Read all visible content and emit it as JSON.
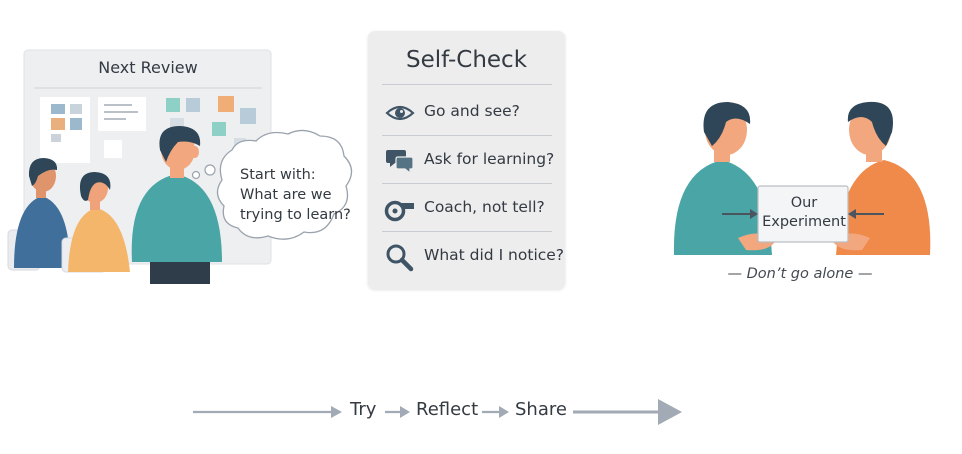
{
  "review_board": {
    "title": "Next Review",
    "speech_bubble": "Start with:\nWhat are we\ntrying to learn?"
  },
  "self_check": {
    "title": "Self-Check",
    "items": [
      {
        "icon": "eye-icon",
        "label": "Go and see?"
      },
      {
        "icon": "chat-bubbles-icon",
        "label": "Ask for learning?"
      },
      {
        "icon": "whistle-icon",
        "label": "Coach, not tell?"
      },
      {
        "icon": "magnifier-icon",
        "label": "What did I notice?"
      }
    ]
  },
  "pairing": {
    "paper_label": "Our\nExperiment",
    "caption": "— Don’t go alone —"
  },
  "flow": {
    "steps": [
      "Try",
      "Reflect",
      "Share"
    ]
  },
  "colors": {
    "teal_shirt": "#4aa6a6",
    "orange_shirt": "#ef8a4a",
    "skin": "#f2a77e",
    "hair": "#2e4657",
    "arrow": "#a2aab6"
  }
}
